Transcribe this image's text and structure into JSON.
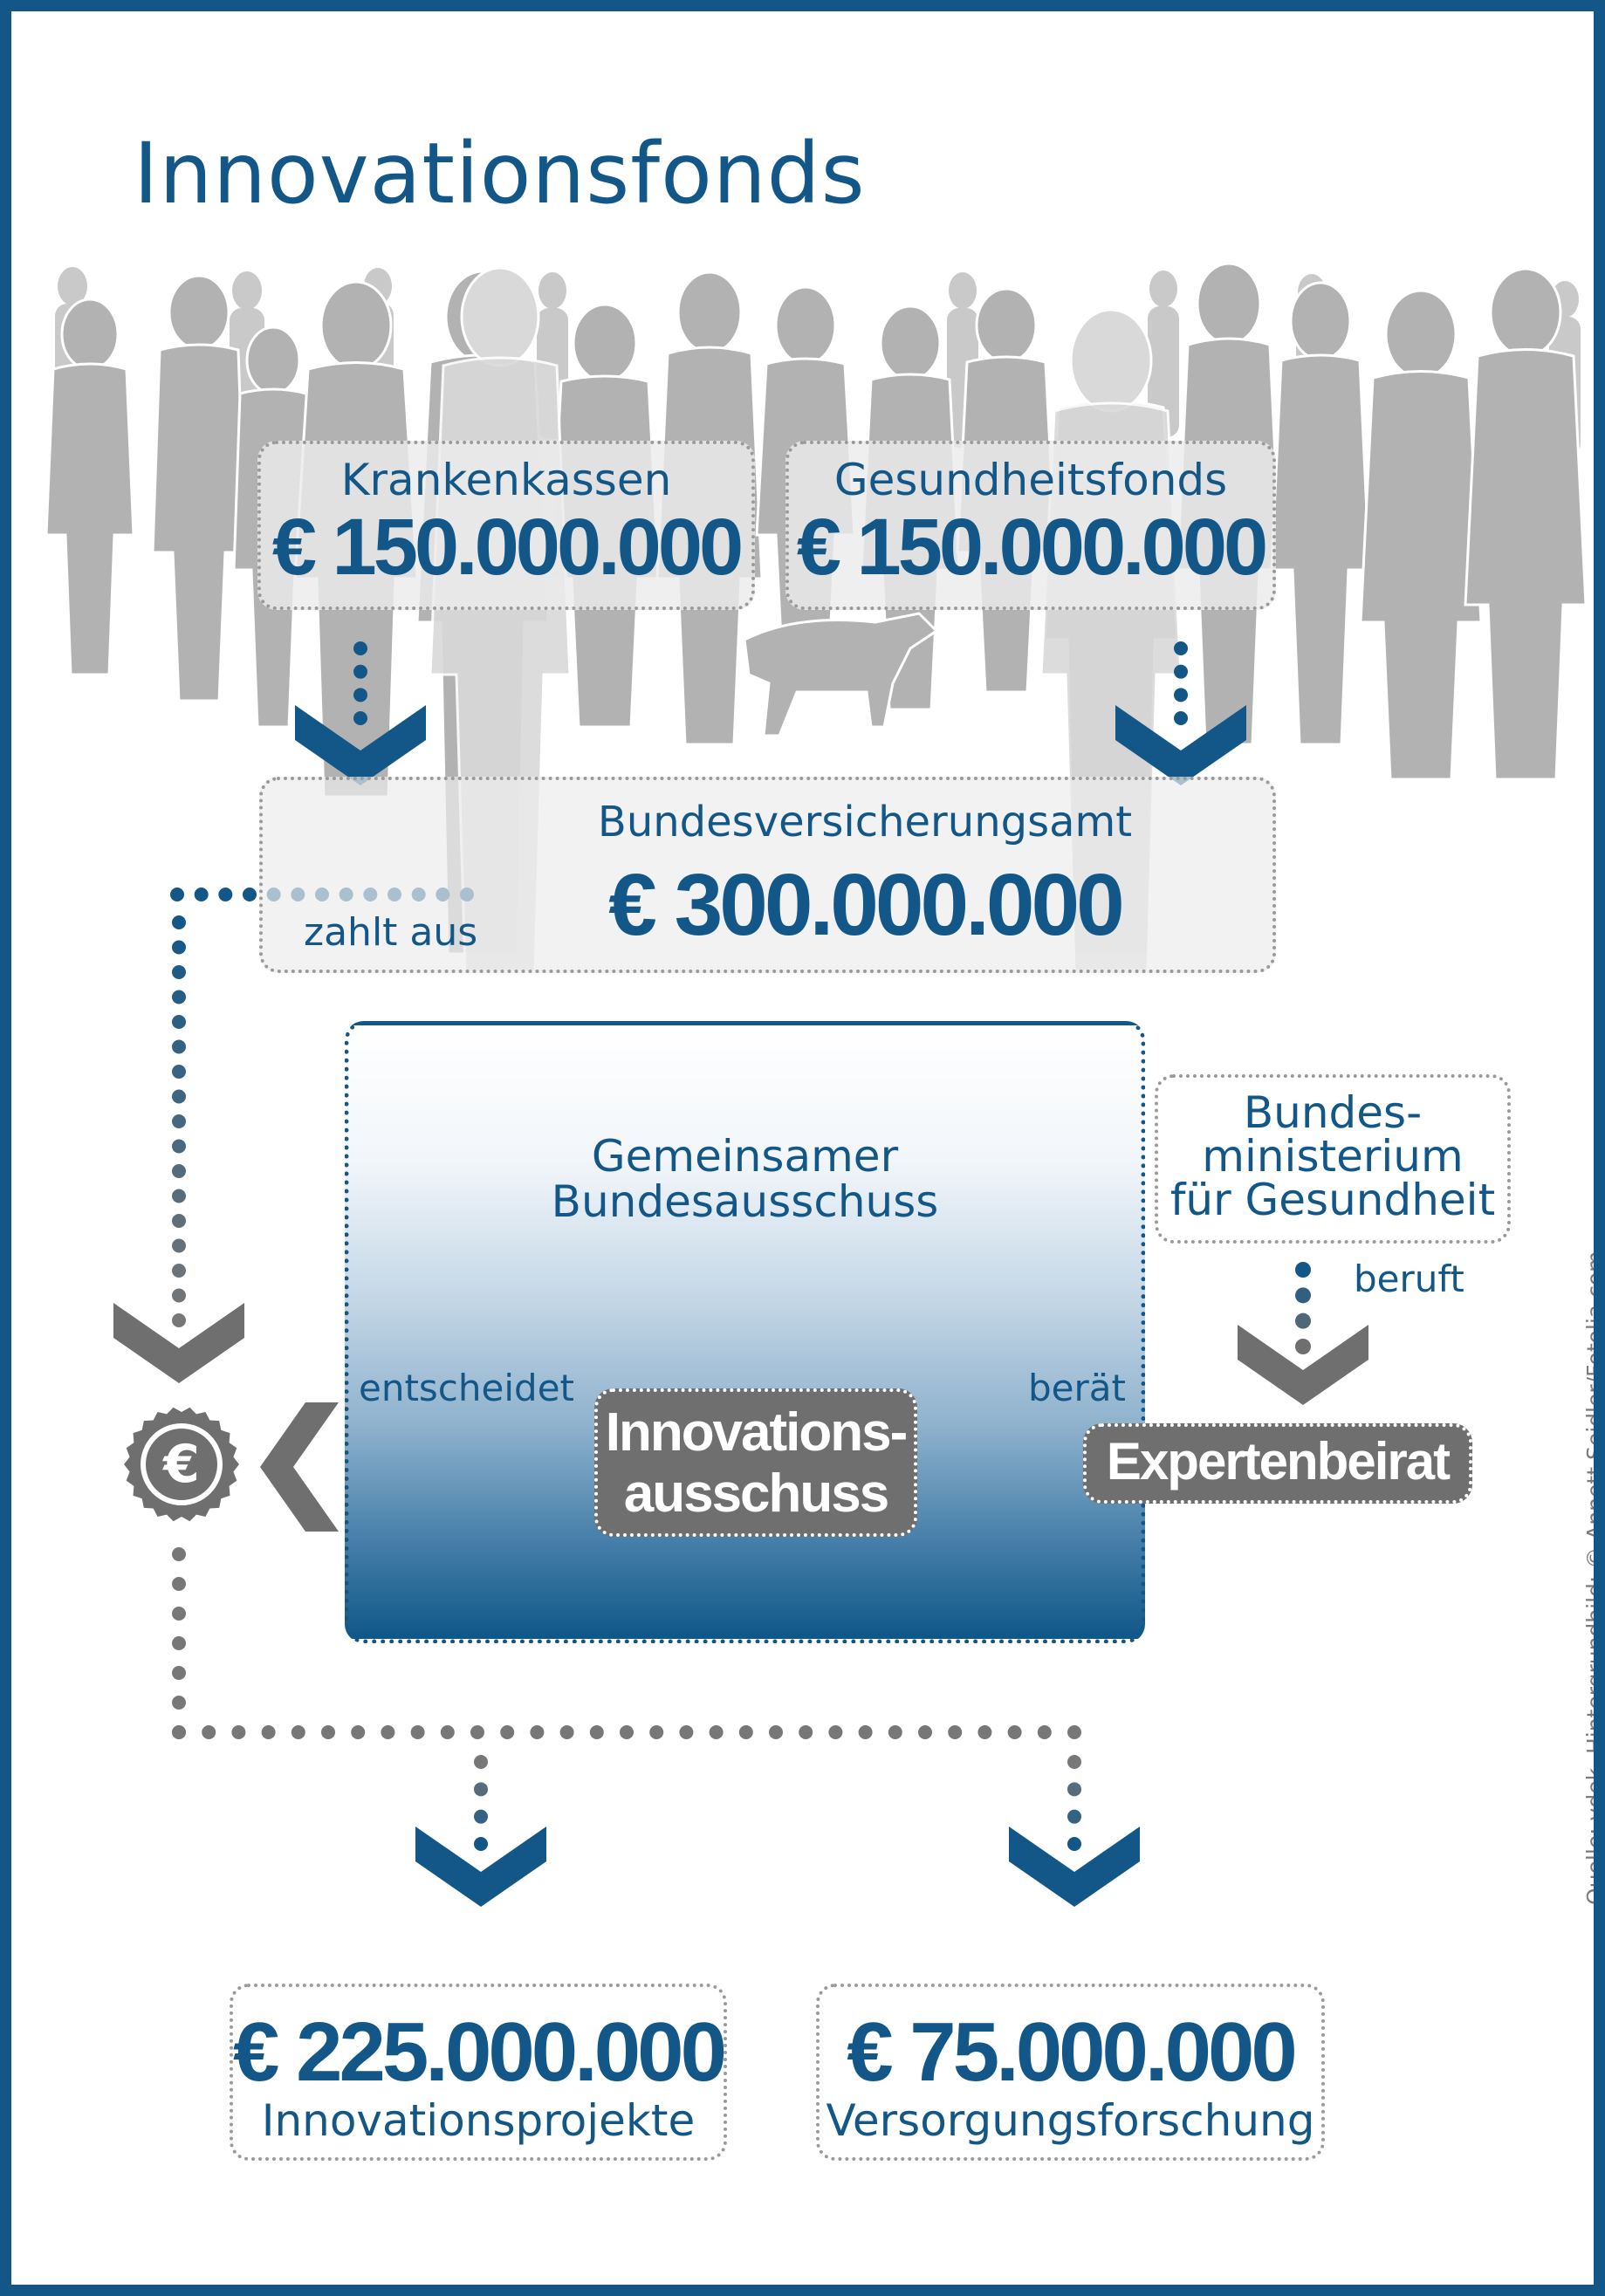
{
  "title": "Innovationsfonds",
  "source_credit": "Quelle: vdek, Hintergrundbild: © Annett Seidler/Fotolia.com",
  "colors": {
    "primary": "#135788",
    "grey_dark": "#6f6f6f",
    "grey_dots": "#777777",
    "frame": "#135788"
  },
  "sources": {
    "krankenkassen": {
      "label": "Krankenkassen",
      "amount": "€ 150.000.000"
    },
    "gesundheitsfonds": {
      "label": "Gesundheitsfonds",
      "amount": "€ 150.000.000"
    }
  },
  "bundesversicherungsamt": {
    "label": "Bundesversicherungsamt",
    "amount": "€ 300.000.000",
    "edge_label": "zahlt aus"
  },
  "gba": {
    "label_line1": "Gemeinsamer",
    "label_line2": "Bundesausschuss",
    "edge_label_decides": "entscheidet",
    "edge_label_advises": "berät"
  },
  "innovationsausschuss": {
    "line1": "Innovations-",
    "line2": "ausschuss"
  },
  "expertenbeirat": {
    "label": "Expertenbeirat"
  },
  "ministry": {
    "line1": "Bundes-",
    "line2": "ministerium",
    "line3": "für Gesundheit",
    "edge_label": "beruft"
  },
  "fund_icon": {
    "icon": "euro-icon",
    "glyph": "€"
  },
  "outputs": {
    "innovationsprojekte": {
      "amount": "€ 225.000.000",
      "label": "Innovationsprojekte"
    },
    "versorgungsforschung": {
      "amount": "€ 75.000.000",
      "label": "Versorgungsforschung"
    }
  }
}
